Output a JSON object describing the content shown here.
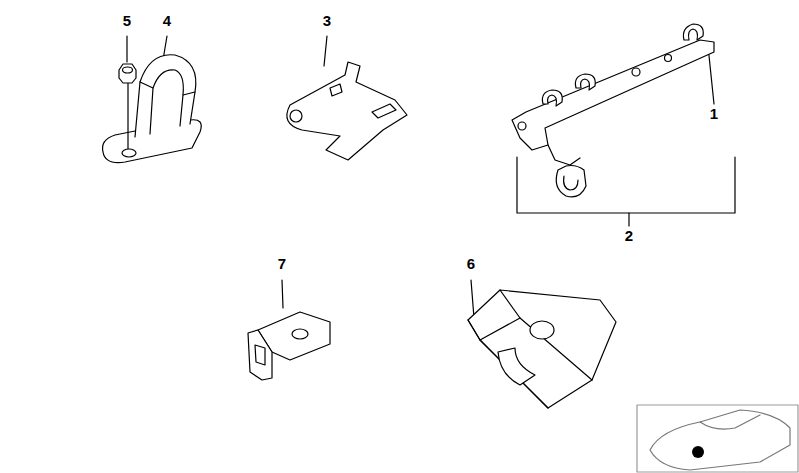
{
  "diagram": {
    "labels": [
      "5",
      "4",
      "3",
      "1",
      "2",
      "7",
      "6"
    ]
  }
}
